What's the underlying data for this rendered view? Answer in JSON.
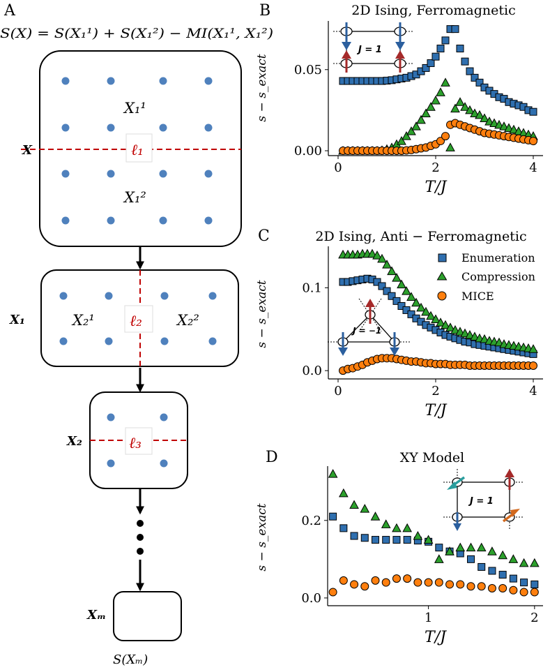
{
  "colors": {
    "enumeration": "#2f6faf",
    "compression": "#2ca02c",
    "mice": "#ff7f0e",
    "dots": "#4f81bd",
    "cut": "#c00000",
    "spin_down": "#2b5f9e",
    "spin_up": "#a52a2a",
    "spin_teal": "#2a9d9d",
    "spin_orange": "#d2691e"
  },
  "panel_letters": {
    "a": "A",
    "b": "B",
    "c": "C",
    "d": "D"
  },
  "schematic": {
    "formula": "S(X) = S(X₁¹) + S(X₁²) − MI(X₁¹, X₁²)",
    "box_labels": [
      "X",
      "X₁",
      "X₂",
      "Xₘ"
    ],
    "region_labels": [
      "X₁¹",
      "X₁²",
      "X₂¹",
      "X₂²"
    ],
    "cut_labels": [
      "ℓ₁",
      "ℓ₂",
      "ℓ₃"
    ],
    "ellipsis": "⋮",
    "final_label": "S(Xₘ)"
  },
  "legend": {
    "enumeration": "Enumeration",
    "compression": "Compression",
    "mice": "MICE"
  },
  "insets": {
    "b": "J = 1",
    "c": "J = −1",
    "d": "J = 1"
  },
  "chart_data": [
    {
      "id": "b",
      "type": "scatter",
      "title": "2D Ising,  Ferromagnetic",
      "xlabel": "T/J",
      "ylabel": "s − s_exact",
      "xlim": [
        -0.2,
        4.2
      ],
      "ylim": [
        -0.003,
        0.08
      ],
      "xticks": [
        "0",
        "2",
        "4"
      ],
      "xtick_values": [
        0,
        2,
        4
      ],
      "yticks": [
        "0.00",
        "0.05"
      ],
      "ytick_values": [
        0,
        0.05
      ],
      "series": [
        {
          "name": "Enumeration",
          "marker": "square",
          "x": [
            0.1,
            0.2,
            0.3,
            0.4,
            0.5,
            0.6,
            0.7,
            0.8,
            0.9,
            1.0,
            1.1,
            1.2,
            1.3,
            1.4,
            1.5,
            1.6,
            1.7,
            1.8,
            1.9,
            2.0,
            2.1,
            2.2,
            2.3,
            2.4,
            2.5,
            2.6,
            2.7,
            2.8,
            2.9,
            3.0,
            3.1,
            3.2,
            3.3,
            3.4,
            3.5,
            3.6,
            3.7,
            3.8,
            3.9,
            4.0
          ],
          "y": [
            0.043,
            0.043,
            0.043,
            0.043,
            0.043,
            0.043,
            0.043,
            0.043,
            0.043,
            0.0432,
            0.0435,
            0.044,
            0.0445,
            0.045,
            0.046,
            0.047,
            0.049,
            0.051,
            0.054,
            0.058,
            0.063,
            0.068,
            0.075,
            0.075,
            0.063,
            0.055,
            0.049,
            0.045,
            0.042,
            0.039,
            0.037,
            0.035,
            0.033,
            0.032,
            0.03,
            0.029,
            0.028,
            0.027,
            0.025,
            0.024
          ]
        },
        {
          "name": "Compression",
          "marker": "triangle",
          "x": [
            0.1,
            0.2,
            0.3,
            0.4,
            0.5,
            0.6,
            0.7,
            0.8,
            0.9,
            1.0,
            1.1,
            1.2,
            1.3,
            1.4,
            1.5,
            1.6,
            1.7,
            1.8,
            1.9,
            2.0,
            2.1,
            2.2,
            2.3,
            2.4,
            2.5,
            2.6,
            2.7,
            2.8,
            2.9,
            3.0,
            3.1,
            3.2,
            3.3,
            3.4,
            3.5,
            3.6,
            3.7,
            3.8,
            3.9,
            4.0
          ],
          "y": [
            0,
            0,
            0,
            0,
            0,
            0,
            0,
            0,
            0.0003,
            0.001,
            0.002,
            0.004,
            0.006,
            0.009,
            0.012,
            0.015,
            0.019,
            0.023,
            0.027,
            0.031,
            0.036,
            0.042,
            0.002,
            0.026,
            0.03,
            0.027,
            0.025,
            0.023,
            0.022,
            0.02,
            0.018,
            0.017,
            0.016,
            0.015,
            0.014,
            0.013,
            0.012,
            0.011,
            0.01,
            0.009
          ]
        },
        {
          "name": "MICE",
          "marker": "circle",
          "x": [
            0.1,
            0.2,
            0.3,
            0.4,
            0.5,
            0.6,
            0.7,
            0.8,
            0.9,
            1.0,
            1.1,
            1.2,
            1.3,
            1.4,
            1.5,
            1.6,
            1.7,
            1.8,
            1.9,
            2.0,
            2.1,
            2.2,
            2.3,
            2.4,
            2.5,
            2.6,
            2.7,
            2.8,
            2.9,
            3.0,
            3.1,
            3.2,
            3.3,
            3.4,
            3.5,
            3.6,
            3.7,
            3.8,
            3.9,
            4.0
          ],
          "y": [
            0,
            0,
            0,
            0,
            0,
            0,
            0,
            0,
            0,
            0,
            0,
            0,
            0,
            0.0002,
            0.0005,
            0.001,
            0.0015,
            0.002,
            0.003,
            0.004,
            0.006,
            0.009,
            0.016,
            0.017,
            0.016,
            0.015,
            0.014,
            0.013,
            0.012,
            0.011,
            0.0105,
            0.01,
            0.0095,
            0.009,
            0.0085,
            0.008,
            0.0075,
            0.007,
            0.0065,
            0.006
          ]
        }
      ]
    },
    {
      "id": "c",
      "type": "scatter",
      "title": "2D Ising,  Anti − Ferromagnetic",
      "xlabel": "T/J",
      "ylabel": "s − s_exact",
      "xlim": [
        -0.2,
        4.2
      ],
      "ylim": [
        -0.01,
        0.15
      ],
      "xticks": [
        "0",
        "2",
        "4"
      ],
      "xtick_values": [
        0,
        2,
        4
      ],
      "yticks": [
        "0.0",
        "0.1"
      ],
      "ytick_values": [
        0,
        0.1
      ],
      "legend_position": "top-right",
      "series": [
        {
          "name": "Enumeration",
          "marker": "square",
          "x": [
            0.1,
            0.2,
            0.3,
            0.4,
            0.5,
            0.6,
            0.7,
            0.8,
            0.9,
            1.0,
            1.1,
            1.2,
            1.3,
            1.4,
            1.5,
            1.6,
            1.7,
            1.8,
            1.9,
            2.0,
            2.1,
            2.2,
            2.3,
            2.4,
            2.5,
            2.6,
            2.7,
            2.8,
            2.9,
            3.0,
            3.1,
            3.2,
            3.3,
            3.4,
            3.5,
            3.6,
            3.7,
            3.8,
            3.9,
            4.0
          ],
          "y": [
            0.107,
            0.107,
            0.108,
            0.109,
            0.11,
            0.111,
            0.11,
            0.107,
            0.102,
            0.096,
            0.09,
            0.084,
            0.078,
            0.073,
            0.068,
            0.063,
            0.059,
            0.055,
            0.052,
            0.049,
            0.046,
            0.043,
            0.041,
            0.039,
            0.037,
            0.035,
            0.034,
            0.032,
            0.031,
            0.03,
            0.029,
            0.028,
            0.027,
            0.026,
            0.025,
            0.024,
            0.023,
            0.022,
            0.021,
            0.02
          ]
        },
        {
          "name": "Compression",
          "marker": "triangle",
          "x": [
            0.1,
            0.2,
            0.3,
            0.4,
            0.5,
            0.6,
            0.7,
            0.8,
            0.9,
            1.0,
            1.1,
            1.2,
            1.3,
            1.4,
            1.5,
            1.6,
            1.7,
            1.8,
            1.9,
            2.0,
            2.1,
            2.2,
            2.3,
            2.4,
            2.5,
            2.6,
            2.7,
            2.8,
            2.9,
            3.0,
            3.1,
            3.2,
            3.3,
            3.4,
            3.5,
            3.6,
            3.7,
            3.8,
            3.9,
            4.0
          ],
          "y": [
            0.14,
            0.14,
            0.14,
            0.14,
            0.141,
            0.141,
            0.141,
            0.139,
            0.135,
            0.128,
            0.12,
            0.112,
            0.104,
            0.096,
            0.089,
            0.082,
            0.076,
            0.071,
            0.066,
            0.062,
            0.058,
            0.055,
            0.052,
            0.049,
            0.047,
            0.045,
            0.043,
            0.041,
            0.039,
            0.038,
            0.036,
            0.035,
            0.034,
            0.032,
            0.031,
            0.03,
            0.029,
            0.028,
            0.027,
            0.026
          ]
        },
        {
          "name": "MICE",
          "marker": "circle",
          "x": [
            0.1,
            0.2,
            0.3,
            0.4,
            0.5,
            0.6,
            0.7,
            0.8,
            0.9,
            1.0,
            1.1,
            1.2,
            1.3,
            1.4,
            1.5,
            1.6,
            1.7,
            1.8,
            1.9,
            2.0,
            2.1,
            2.2,
            2.3,
            2.4,
            2.5,
            2.6,
            2.7,
            2.8,
            2.9,
            3.0,
            3.1,
            3.2,
            3.3,
            3.4,
            3.5,
            3.6,
            3.7,
            3.8,
            3.9,
            4.0
          ],
          "y": [
            0.0,
            0.002,
            0.003,
            0.005,
            0.007,
            0.01,
            0.012,
            0.014,
            0.015,
            0.015,
            0.015,
            0.014,
            0.013,
            0.012,
            0.011,
            0.011,
            0.01,
            0.009,
            0.009,
            0.008,
            0.008,
            0.008,
            0.007,
            0.007,
            0.007,
            0.007,
            0.006,
            0.006,
            0.006,
            0.006,
            0.006,
            0.006,
            0.006,
            0.006,
            0.006,
            0.006,
            0.006,
            0.006,
            0.006,
            0.006
          ]
        }
      ]
    },
    {
      "id": "d",
      "type": "scatter",
      "title": "XY Model",
      "xlabel": "T/J",
      "ylabel": "s − s_exact",
      "xlim": [
        0.05,
        2.08
      ],
      "ylim": [
        -0.02,
        0.34
      ],
      "xticks": [
        "1",
        "2"
      ],
      "xtick_values": [
        1,
        2
      ],
      "yticks": [
        "0.0",
        "0.2"
      ],
      "ytick_values": [
        0,
        0.2
      ],
      "series": [
        {
          "name": "Enumeration",
          "marker": "square",
          "x": [
            0.1,
            0.2,
            0.3,
            0.4,
            0.5,
            0.6,
            0.7,
            0.8,
            0.9,
            1.0,
            1.1,
            1.2,
            1.3,
            1.4,
            1.5,
            1.6,
            1.7,
            1.8,
            1.9,
            2.0
          ],
          "y": [
            0.21,
            0.18,
            0.16,
            0.155,
            0.15,
            0.15,
            0.15,
            0.15,
            0.148,
            0.145,
            0.13,
            0.12,
            0.115,
            0.1,
            0.08,
            0.07,
            0.06,
            0.05,
            0.04,
            0.035
          ]
        },
        {
          "name": "Compression",
          "marker": "triangle",
          "x": [
            0.1,
            0.2,
            0.3,
            0.4,
            0.5,
            0.6,
            0.7,
            0.8,
            0.9,
            1.0,
            1.1,
            1.2,
            1.3,
            1.4,
            1.5,
            1.6,
            1.7,
            1.8,
            1.9,
            2.0
          ],
          "y": [
            0.32,
            0.27,
            0.24,
            0.23,
            0.21,
            0.19,
            0.18,
            0.18,
            0.16,
            0.15,
            0.1,
            0.12,
            0.13,
            0.13,
            0.13,
            0.12,
            0.11,
            0.1,
            0.09,
            0.09
          ]
        },
        {
          "name": "MICE",
          "marker": "circle",
          "x": [
            0.1,
            0.2,
            0.3,
            0.4,
            0.5,
            0.6,
            0.7,
            0.8,
            0.9,
            1.0,
            1.1,
            1.2,
            1.3,
            1.4,
            1.5,
            1.6,
            1.7,
            1.8,
            1.9,
            2.0
          ],
          "y": [
            0.015,
            0.045,
            0.035,
            0.03,
            0.045,
            0.04,
            0.05,
            0.05,
            0.04,
            0.04,
            0.04,
            0.035,
            0.035,
            0.03,
            0.03,
            0.025,
            0.025,
            0.02,
            0.015,
            0.015
          ]
        }
      ]
    }
  ]
}
